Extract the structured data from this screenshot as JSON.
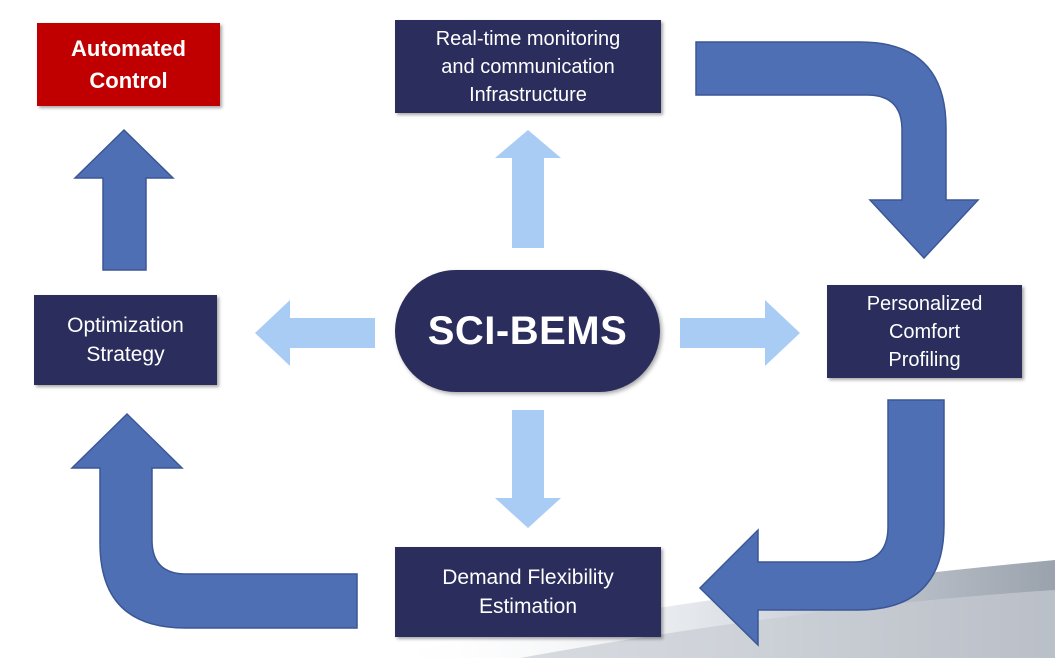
{
  "hub": {
    "label": "SCI-BEMS"
  },
  "nodes": {
    "automated_control": {
      "lines": [
        "Automated",
        "Control"
      ],
      "color": "#c00000"
    },
    "monitoring": {
      "lines": [
        "Real-time monitoring",
        "and communication",
        "Infrastructure"
      ],
      "color": "#2b2e5c"
    },
    "comfort": {
      "lines": [
        "Personalized",
        "Comfort",
        "Profiling"
      ],
      "color": "#2b2e5c"
    },
    "optimization": {
      "lines": [
        "Optimization",
        "Strategy"
      ],
      "color": "#2b2e5c"
    },
    "demand": {
      "lines": [
        "Demand Flexibility",
        "Estimation"
      ],
      "color": "#2b2e5c"
    }
  },
  "colors": {
    "node_fill": "#2b2e5c",
    "highlight_fill": "#c00000",
    "cycle_arrow": "#4f6fb5",
    "hub_arrow": "#a9ccf5"
  }
}
